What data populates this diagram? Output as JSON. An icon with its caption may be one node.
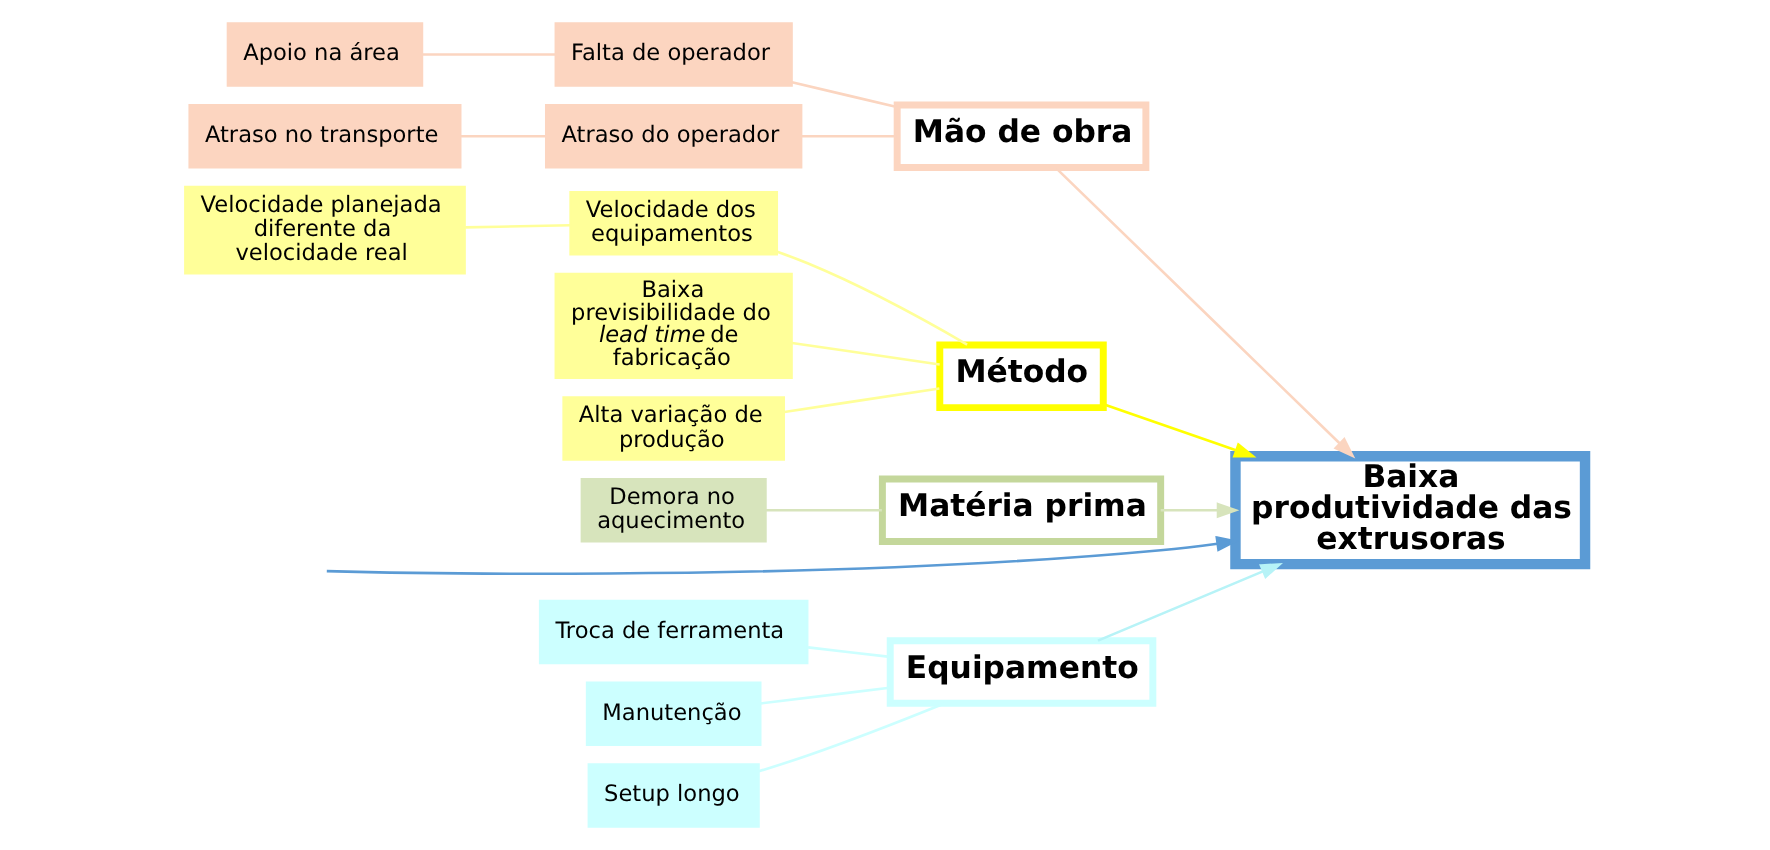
{
  "diagram": {
    "nodes": [
      {
        "text": [
          "Equipamento"
        ]
      },
      {
        "text": [
          "Troca de ferramenta"
        ]
      },
      {
        "text": [
          "Manutenção"
        ]
      },
      {
        "text": [
          "Setup longo"
        ]
      },
      {
        "text": [
          "Mão de obra"
        ]
      },
      {
        "text": [
          "Falta de operador"
        ]
      },
      {
        "text": [
          "Apoio na área"
        ]
      },
      {
        "text": [
          "Atraso no transporte"
        ]
      },
      {
        "text": [
          "Atraso do operador"
        ]
      },
      {
        "text": [
          "Baixa produtividade das extrusoras"
        ]
      },
      {
        "text": [
          "Velocidade dos equipamentos"
        ]
      },
      {
        "text": [
          "Velocidade planejada diferente da velocidade real"
        ]
      },
      {
        "text": [
          "Baixa previsibilidade do *lead time* de fabricação"
        ]
      },
      {
        "text": [
          "Alta variação de produção"
        ]
      },
      {
        "text": [
          "Método"
        ]
      },
      {
        "text": [
          "Matéria prima"
        ]
      },
      {
        "text": [
          "Demora no aquecimento"
        ]
      }
    ],
    "edges": [
      {
        "from": null,
        "to": 9,
        "arrow": "to",
        "color": "#5b9bd5"
      },
      {
        "from": 0,
        "to": 9,
        "arrow": "to",
        "color": "#b7f3f7"
      },
      {
        "from": 4,
        "to": 9,
        "arrow": "to",
        "color": "#fbd5c0"
      },
      {
        "from": 14,
        "to": 9,
        "arrow": "to",
        "color": "#ffff00"
      },
      {
        "from": 15,
        "to": 9,
        "arrow": "to",
        "color": "#d7e4bc"
      },
      {
        "from": 1,
        "to": 0,
        "arrow": "none",
        "color": "#ccffff"
      },
      {
        "from": 2,
        "to": 0,
        "arrow": "none",
        "color": "#ccffff"
      },
      {
        "from": 3,
        "to": 0,
        "arrow": "none",
        "color": "#ccffff"
      },
      {
        "from": 5,
        "to": 4,
        "arrow": "none",
        "color": "#fbd5c0"
      },
      {
        "from": 6,
        "to": 5,
        "arrow": "none",
        "color": "#fbd5c0"
      },
      {
        "from": 8,
        "to": 4,
        "arrow": "none",
        "color": "#fbd5c0"
      },
      {
        "from": 7,
        "to": 8,
        "arrow": "none",
        "color": "#fbd5c0"
      },
      {
        "from": 10,
        "to": 14,
        "arrow": "none",
        "color": "#ffff99"
      },
      {
        "from": 11,
        "to": 10,
        "arrow": "none",
        "color": "#ffff99"
      },
      {
        "from": 12,
        "to": 14,
        "arrow": "none",
        "color": "#ffff99"
      },
      {
        "from": 13,
        "to": 14,
        "arrow": "none",
        "color": "#ffff99"
      },
      {
        "from": 16,
        "to": 15,
        "arrow": "none",
        "color": "#d7e4bc"
      }
    ]
  }
}
